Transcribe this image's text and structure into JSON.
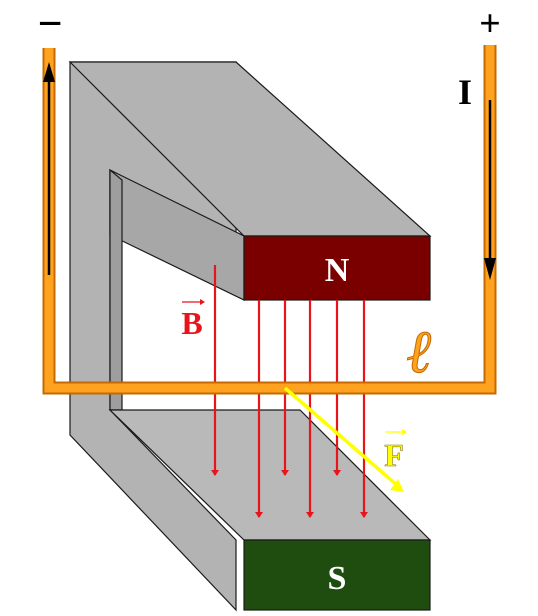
{
  "terminals": {
    "negative": "−",
    "positive": "+"
  },
  "current_label": "I",
  "field_label": "B",
  "force_label": "F",
  "length_label": "ℓ",
  "magnet": {
    "north": "N",
    "south": "S"
  },
  "colors": {
    "magnet_body": "#b3b3b3",
    "magnet_edge": "#1a1a1a",
    "north_pole": "#7a0000",
    "south_pole": "#1f4d0f",
    "wire": "#ffa21f",
    "wire_edge": "#c46a00",
    "field_arrow": "#e8141c",
    "force_arrow": "#ffff00",
    "current_arrow": "#000000"
  }
}
